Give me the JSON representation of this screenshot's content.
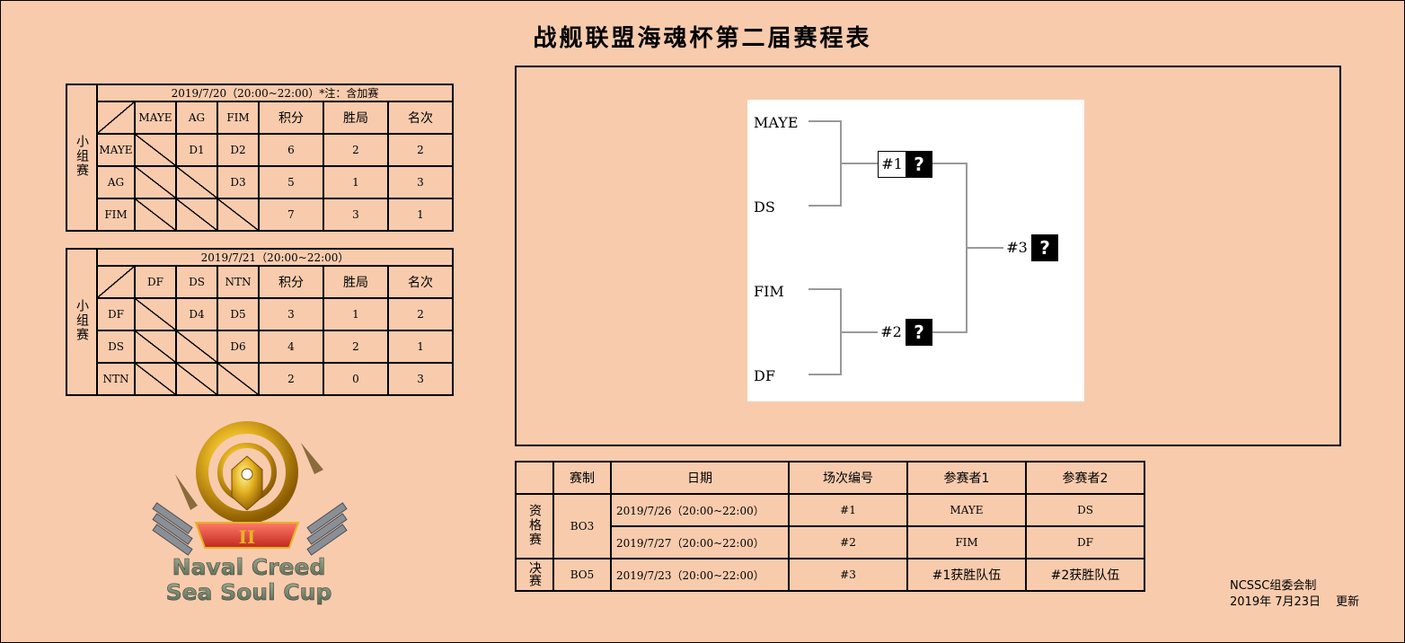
{
  "title": "战舰联盟海魂杯第二届赛程表",
  "group_label": "小组赛",
  "group1": {
    "caption": "2019/7/20（20:00~22:00）*注：含加赛",
    "cols": [
      "MAYE",
      "AG",
      "FIM",
      "积分",
      "胜局",
      "名次"
    ],
    "rows": [
      {
        "team": "MAYE",
        "c1": "",
        "c2": "D1",
        "c3": "D2",
        "pts": "6",
        "wins": "2",
        "rank": "2"
      },
      {
        "team": "AG",
        "c1": "",
        "c2": "",
        "c3": "D3",
        "pts": "5",
        "wins": "1",
        "rank": "3"
      },
      {
        "team": "FIM",
        "c1": "",
        "c2": "",
        "c3": "",
        "pts": "7",
        "wins": "3",
        "rank": "1"
      }
    ]
  },
  "group2": {
    "caption": "2019/7/21（20:00~22:00）",
    "cols": [
      "DF",
      "DS",
      "NTN",
      "积分",
      "胜局",
      "名次"
    ],
    "rows": [
      {
        "team": "DF",
        "c1": "",
        "c2": "D4",
        "c3": "D5",
        "pts": "3",
        "wins": "1",
        "rank": "2"
      },
      {
        "team": "DS",
        "c1": "",
        "c2": "",
        "c3": "D6",
        "pts": "4",
        "wins": "2",
        "rank": "1"
      },
      {
        "team": "NTN",
        "c1": "",
        "c2": "",
        "c3": "",
        "pts": "2",
        "wins": "0",
        "rank": "3"
      }
    ]
  },
  "bracket": {
    "teams": [
      "MAYE",
      "DS",
      "FIM",
      "DF"
    ],
    "m1": "#1",
    "m2": "#2",
    "m3": "#3",
    "unknown": "?"
  },
  "schedule": {
    "headers": [
      "",
      "赛制",
      "日期",
      "场次编号",
      "参赛者1",
      "参赛者2"
    ],
    "qual_label": "资格赛",
    "final_label": "决赛",
    "qual_format": "BO3",
    "final_format": "BO5",
    "rows": [
      {
        "date": "2019/7/26（20:00~22:00）",
        "match": "#1",
        "p1": "MAYE",
        "p2": "DS"
      },
      {
        "date": "2019/7/27（20:00~22:00）",
        "match": "#2",
        "p1": "FIM",
        "p2": "DF"
      },
      {
        "date": "2019/7/23（20:00~22:00）",
        "match": "#3",
        "p1": "#1获胜队伍",
        "p2": "#2获胜队伍"
      }
    ]
  },
  "logo": {
    "roman": "II",
    "line1": "Naval Creed",
    "line2": "Sea Soul Cup"
  },
  "footer": {
    "line1": "NCSSC组委会制",
    "line2": "2019年 7月23日　 更新"
  },
  "colors": {
    "background": "#f8cbad",
    "gold": "#d4a017",
    "banner_red": "#e0443a",
    "logo_text": "#6f7f6a"
  }
}
